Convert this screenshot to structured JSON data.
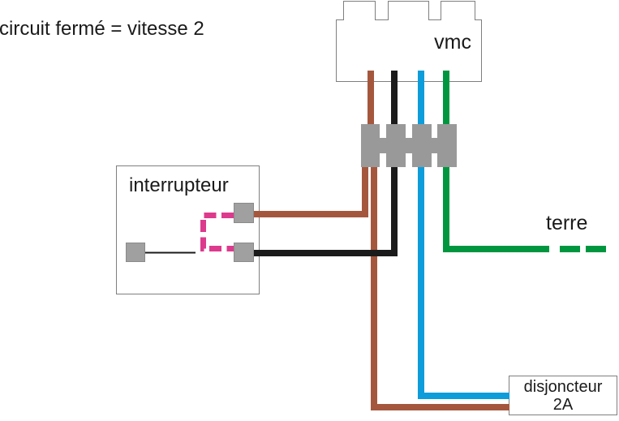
{
  "diagram": {
    "title": "circuit fermé = vitesse 2",
    "vmc": {
      "label": "vmc"
    },
    "switch": {
      "label": "interrupteur"
    },
    "earth": {
      "label": "terre"
    },
    "breaker": {
      "label": "disjoncteur",
      "rating": "2A"
    }
  },
  "colors": {
    "brown": "#a5573e",
    "black": "#1b1b1b",
    "blue": "#0d9ddb",
    "green": "#009640",
    "magenta": "#dd3a8d",
    "terminal_gray": "#999999",
    "contact_gray": "#a0a0a0",
    "contact_border": "#8a8a8a",
    "box_border": "#7f7f7f",
    "text": "#1a1a1a"
  }
}
